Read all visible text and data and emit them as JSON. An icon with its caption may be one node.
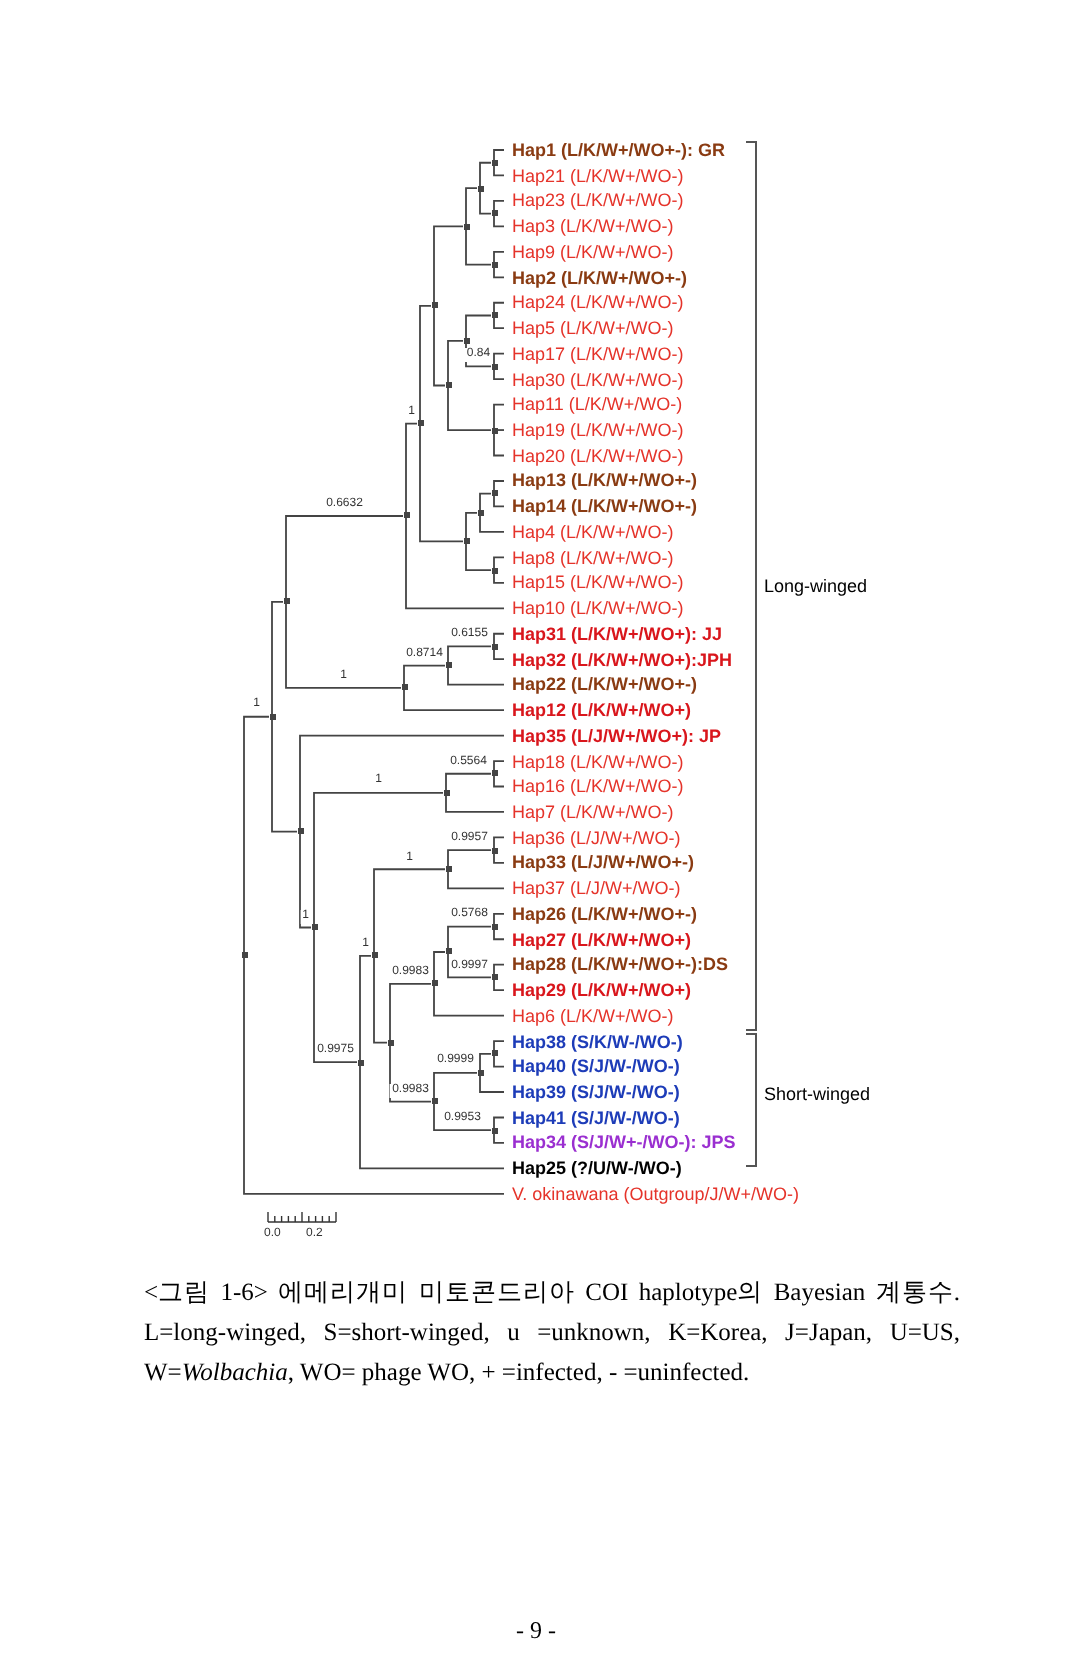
{
  "diagram": {
    "caption": "<그림 1-6> 에메리개미 미토콘드리아 COI haplotype의 Bayesian 계통수. L=long-winged, S=short-winged, u =unknown, K=Korea, J=Japan, U=US, W=*Wolbachia*, WO= phage WO, + =infected, - =uninfected.",
    "nodes": [
      {
        "text": [
          "Hap1 (L/K/W+/WO+-): GR"
        ]
      },
      {
        "text": [
          "Hap21 (L/K/W+/WO-)"
        ]
      },
      {
        "text": [
          "Hap23 (L/K/W+/WO-)"
        ]
      },
      {
        "text": [
          "Hap3 (L/K/W+/WO-)"
        ]
      },
      {
        "text": [
          "Hap9 (L/K/W+/WO-)"
        ]
      },
      {
        "text": [
          "Hap2 (L/K/W+/WO+-)"
        ]
      },
      {
        "text": [
          "Hap24 (L/K/W+/WO-)"
        ]
      },
      {
        "text": [
          "Hap5 (L/K/W+/WO-)"
        ]
      },
      {
        "text": [
          "Hap17 (L/K/W+/WO-)"
        ]
      },
      {
        "text": [
          "Hap30 (L/K/W+/WO-)"
        ]
      },
      {
        "text": [
          "Hap11 (L/K/W+/WO-)"
        ]
      },
      {
        "text": [
          "Hap19 (L/K/W+/WO-)"
        ]
      },
      {
        "text": [
          "Hap20 (L/K/W+/WO-)"
        ]
      },
      {
        "text": [
          "Hap13 (L/K/W+/WO+-)"
        ]
      },
      {
        "text": [
          "Hap14 (L/K/W+/WO+-)"
        ]
      },
      {
        "text": [
          "Hap4 (L/K/W+/WO-)"
        ]
      },
      {
        "text": [
          "Hap8 (L/K/W+/WO-)"
        ]
      },
      {
        "text": [
          "Hap15 (L/K/W+/WO-)"
        ]
      },
      {
        "text": [
          "Hap10 (L/K/W+/WO-)"
        ]
      },
      {
        "text": [
          "Hap31 (L/K/W+/WO+): JJ"
        ]
      },
      {
        "text": [
          "Hap32 (L/K/W+/WO+):JPH"
        ]
      },
      {
        "text": [
          "Hap22 (L/K/W+/WO+-)"
        ]
      },
      {
        "text": [
          "Hap12 (L/K/W+/WO+)"
        ]
      },
      {
        "text": [
          "Hap35 (L/J/W+/WO+): JP"
        ]
      },
      {
        "text": [
          "Hap18 (L/K/W+/WO-)"
        ]
      },
      {
        "text": [
          "Hap16 (L/K/W+/WO-)"
        ]
      },
      {
        "text": [
          "Hap7 (L/K/W+/WO-)"
        ]
      },
      {
        "text": [
          "Hap36 (L/J/W+/WO-)"
        ]
      },
      {
        "text": [
          "Hap33 (L/J/W+/WO+-)"
        ]
      },
      {
        "text": [
          "Hap37 (L/J/W+/WO-)"
        ]
      },
      {
        "text": [
          "Hap26 (L/K/W+/WO+-)"
        ]
      },
      {
        "text": [
          "Hap27 (L/K/W+/WO+)"
        ]
      },
      {
        "text": [
          "Hap28 (L/K/W+/WO+-):DS"
        ]
      },
      {
        "text": [
          "Hap29 (L/K/W+/WO+)"
        ]
      },
      {
        "text": [
          "Hap6 (L/K/W+/WO-)"
        ]
      },
      {
        "text": [
          "Hap38 (S/K/W-/WO-)"
        ]
      },
      {
        "text": [
          "Hap40 (S/J/W-/WO-)"
        ]
      },
      {
        "text": [
          "Hap39 (S/J/W-/WO-)"
        ]
      },
      {
        "text": [
          "Hap41 (S/J/W-/WO-)"
        ]
      },
      {
        "text": [
          "Hap34 (S/J/W+-/WO-): JPS"
        ]
      },
      {
        "text": [
          "Hap25 (?/U/W-/WO-)"
        ]
      },
      {
        "text": [
          "V. okinawana (Outgroup/J/W+/WO-)"
        ]
      },
      {
        "text": [],
        "shape": "point"
      },
      {
        "text": [],
        "shape": "point"
      },
      {
        "text": [],
        "shape": "point"
      },
      {
        "text": [],
        "shape": "point"
      },
      {
        "text": [],
        "shape": "point"
      },
      {
        "text": [],
        "shape": "point"
      },
      {
        "text": [],
        "shape": "point"
      },
      {
        "text": [],
        "shape": "point"
      },
      {
        "text": [],
        "shape": "point"
      },
      {
        "text": [],
        "shape": "point"
      },
      {
        "text": [],
        "shape": "point"
      },
      {
        "text": [],
        "shape": "point"
      },
      {
        "text": [],
        "shape": "point"
      },
      {
        "text": [],
        "shape": "point"
      },
      {
        "text": [],
        "shape": "point"
      },
      {
        "text": [],
        "shape": "point"
      },
      {
        "text": [],
        "shape": "point"
      },
      {
        "text": [],
        "shape": "point"
      },
      {
        "text": [],
        "shape": "point"
      },
      {
        "text": [],
        "shape": "point"
      },
      {
        "text": [],
        "shape": "point"
      },
      {
        "text": [],
        "shape": "point"
      },
      {
        "text": [],
        "shape": "point"
      },
      {
        "text": [],
        "shape": "point"
      },
      {
        "text": [],
        "shape": "point"
      },
      {
        "text": [],
        "shape": "point"
      },
      {
        "text": [],
        "shape": "point"
      },
      {
        "text": [],
        "shape": "point"
      },
      {
        "text": [],
        "shape": "point"
      },
      {
        "text": [],
        "shape": "point"
      },
      {
        "text": [],
        "shape": "point"
      },
      {
        "text": [],
        "shape": "point"
      },
      {
        "text": [],
        "shape": "point"
      },
      {
        "text": [],
        "shape": "point"
      },
      {
        "text": [],
        "shape": "point"
      },
      {
        "text": [],
        "shape": "point"
      },
      {
        "text": [],
        "shape": "point"
      },
      {
        "text": [],
        "shape": "point"
      },
      {
        "text": [],
        "shape": "point"
      },
      {
        "text": [],
        "shape": "point"
      }
    ],
    "edges": [
      {
        "from": 42,
        "to": 43,
        "arrow": "none",
        "label": "1"
      },
      {
        "from": 42,
        "to": 41,
        "arrow": "none"
      },
      {
        "from": 43,
        "to": 44,
        "arrow": "none"
      },
      {
        "from": 43,
        "to": 65,
        "arrow": "none"
      },
      {
        "from": 44,
        "to": 45,
        "arrow": "none",
        "label": "0.6632"
      },
      {
        "from": 44,
        "to": 62,
        "arrow": "none",
        "label": "1"
      },
      {
        "from": 45,
        "to": 46,
        "arrow": "none",
        "label": "1"
      },
      {
        "from": 45,
        "to": 18,
        "arrow": "none"
      },
      {
        "from": 46,
        "to": 47,
        "arrow": "none"
      },
      {
        "from": 46,
        "to": 58,
        "arrow": "none"
      },
      {
        "from": 47,
        "to": 48,
        "arrow": "none"
      },
      {
        "from": 47,
        "to": 53,
        "arrow": "none"
      },
      {
        "from": 48,
        "to": 49,
        "arrow": "none"
      },
      {
        "from": 48,
        "to": 52,
        "arrow": "none"
      },
      {
        "from": 49,
        "to": 50,
        "arrow": "none"
      },
      {
        "from": 49,
        "to": 51,
        "arrow": "none"
      },
      {
        "from": 50,
        "to": 0,
        "arrow": "none"
      },
      {
        "from": 50,
        "to": 1,
        "arrow": "none"
      },
      {
        "from": 51,
        "to": 2,
        "arrow": "none"
      },
      {
        "from": 51,
        "to": 3,
        "arrow": "none"
      },
      {
        "from": 52,
        "to": 4,
        "arrow": "none"
      },
      {
        "from": 52,
        "to": 5,
        "arrow": "none"
      },
      {
        "from": 53,
        "to": 54,
        "arrow": "none"
      },
      {
        "from": 53,
        "to": 57,
        "arrow": "none"
      },
      {
        "from": 54,
        "to": 55,
        "arrow": "none"
      },
      {
        "from": 54,
        "to": 56,
        "arrow": "none",
        "label": "0.84"
      },
      {
        "from": 55,
        "to": 6,
        "arrow": "none"
      },
      {
        "from": 55,
        "to": 7,
        "arrow": "none"
      },
      {
        "from": 56,
        "to": 8,
        "arrow": "none"
      },
      {
        "from": 56,
        "to": 9,
        "arrow": "none"
      },
      {
        "from": 57,
        "to": 10,
        "arrow": "none"
      },
      {
        "from": 57,
        "to": 11,
        "arrow": "none"
      },
      {
        "from": 57,
        "to": 12,
        "arrow": "none"
      },
      {
        "from": 58,
        "to": 59,
        "arrow": "none"
      },
      {
        "from": 58,
        "to": 61,
        "arrow": "none"
      },
      {
        "from": 59,
        "to": 60,
        "arrow": "none"
      },
      {
        "from": 59,
        "to": 15,
        "arrow": "none"
      },
      {
        "from": 60,
        "to": 13,
        "arrow": "none"
      },
      {
        "from": 60,
        "to": 14,
        "arrow": "none"
      },
      {
        "from": 61,
        "to": 16,
        "arrow": "none"
      },
      {
        "from": 61,
        "to": 17,
        "arrow": "none"
      },
      {
        "from": 62,
        "to": 63,
        "arrow": "none",
        "label": "0.8714"
      },
      {
        "from": 62,
        "to": 22,
        "arrow": "none"
      },
      {
        "from": 63,
        "to": 64,
        "arrow": "none",
        "label": "0.6155"
      },
      {
        "from": 63,
        "to": 21,
        "arrow": "none"
      },
      {
        "from": 64,
        "to": 19,
        "arrow": "none"
      },
      {
        "from": 64,
        "to": 20,
        "arrow": "none"
      },
      {
        "from": 65,
        "to": 23,
        "arrow": "none"
      },
      {
        "from": 65,
        "to": 66,
        "arrow": "none",
        "label": "1"
      },
      {
        "from": 66,
        "to": 67,
        "arrow": "none",
        "label": "1"
      },
      {
        "from": 66,
        "to": 69,
        "arrow": "none",
        "label": "0.9975"
      },
      {
        "from": 67,
        "to": 68,
        "arrow": "none",
        "label": "0.5564"
      },
      {
        "from": 67,
        "to": 26,
        "arrow": "none"
      },
      {
        "from": 68,
        "to": 24,
        "arrow": "none"
      },
      {
        "from": 68,
        "to": 25,
        "arrow": "none"
      },
      {
        "from": 69,
        "to": 70,
        "arrow": "none",
        "label": "1"
      },
      {
        "from": 69,
        "to": 40,
        "arrow": "none"
      },
      {
        "from": 70,
        "to": 71,
        "arrow": "none",
        "label": "1"
      },
      {
        "from": 70,
        "to": 73,
        "arrow": "none"
      },
      {
        "from": 71,
        "to": 72,
        "arrow": "none",
        "label": "0.9957"
      },
      {
        "from": 71,
        "to": 29,
        "arrow": "none"
      },
      {
        "from": 72,
        "to": 27,
        "arrow": "none"
      },
      {
        "from": 72,
        "to": 28,
        "arrow": "none"
      },
      {
        "from": 73,
        "to": 74,
        "arrow": "none",
        "label": "0.9983"
      },
      {
        "from": 73,
        "to": 78,
        "arrow": "none",
        "label": "0.9983"
      },
      {
        "from": 74,
        "to": 75,
        "arrow": "none"
      },
      {
        "from": 74,
        "to": 34,
        "arrow": "none"
      },
      {
        "from": 75,
        "to": 76,
        "arrow": "none",
        "label": "0.5768"
      },
      {
        "from": 75,
        "to": 77,
        "arrow": "none",
        "label": "0.9997"
      },
      {
        "from": 76,
        "to": 30,
        "arrow": "none"
      },
      {
        "from": 76,
        "to": 31,
        "arrow": "none"
      },
      {
        "from": 77,
        "to": 32,
        "arrow": "none"
      },
      {
        "from": 77,
        "to": 33,
        "arrow": "none"
      },
      {
        "from": 78,
        "to": 79,
        "arrow": "none",
        "label": "0.9999"
      },
      {
        "from": 78,
        "to": 81,
        "arrow": "none",
        "label": "0.9953"
      },
      {
        "from": 79,
        "to": 80,
        "arrow": "none"
      },
      {
        "from": 79,
        "to": 37,
        "arrow": "none"
      },
      {
        "from": 80,
        "to": 35,
        "arrow": "none"
      },
      {
        "from": 80,
        "to": 36,
        "arrow": "none"
      },
      {
        "from": 81,
        "to": 38,
        "arrow": "none"
      },
      {
        "from": 81,
        "to": 39,
        "arrow": "none"
      }
    ],
    "labels": [
      "Long-winged",
      "Short-winged",
      "0.0",
      "0.2",
      "- 9 -"
    ]
  }
}
